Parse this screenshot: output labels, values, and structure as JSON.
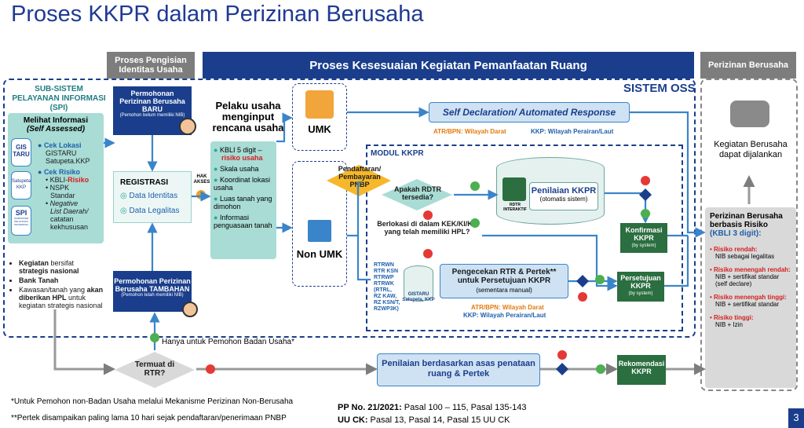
{
  "title": "Proses KKPR dalam Perizinan Berusaha",
  "headers": {
    "identitas": "Proses Pengisian Identitas Usaha",
    "kesesuaian": "Proses Kesesuaian Kegiatan Pemanfaatan Ruang",
    "perizinan": "Perizinan Berusaha"
  },
  "sistem_oss": "SISTEM OSS",
  "spi": {
    "title": "SUB-SISTEM PELAYANAN INFORMASI (SPI)",
    "box_title": "Melihat Informasi",
    "box_sub": "(Self Assessed)",
    "cek_lokasi": "Cek Lokasi",
    "gistaru": "GISTARU",
    "satupeta": "Satupeta.KKP",
    "cek_risiko": "Cek Risiko",
    "kbli": "KBLI-",
    "risiko": "Risiko",
    "nspk": "NSPK",
    "standar": "Standar",
    "negative": "Negative",
    "list_daerah": "List Daerah/",
    "catatan": "catatan",
    "kekhususan": "kekhususan",
    "icon_gis": "GIS TARU",
    "icon_satupeta": "Satupeta KKP",
    "icon_spi": "SPI",
    "icon_spi_sub": "(SUBSISTEM PELAYANAN INFORMASI)"
  },
  "notes_left": {
    "item1_bold": "Kegiatan",
    "item1_rest": " bersifat",
    "item1_line2": "strategis nasional",
    "item2": "Bank Tanah",
    "item3_a": "Kawasan/tanah yang ",
    "item3_b": "akan diberikan HPL",
    "item3_c": " untuk kegiatan strategis nasional"
  },
  "permohonan_baru": {
    "line1": "Permohonan",
    "line2": "Perizinan Berusaha",
    "line3": "BARU",
    "sub": "(Pemohon belum memiliki NIB)"
  },
  "registrasi": {
    "title": "REGISTRASI",
    "item1": "Data Identitas",
    "item2": "Data Legalitas"
  },
  "hak_akses": "HAK AKSES",
  "permohonan_tambahan": {
    "line1": "Permohonan Perizinan",
    "line2": "Berusaha TAMBAHAN",
    "sub": "(Pemohon telah memiliki NIB)"
  },
  "pelaku": {
    "heading": "Pelaku usaha menginput rencana usaha",
    "items": [
      "KBLI 5 digit –",
      "risiko usaha",
      "Skala usaha",
      "Koordinat lokasi usaha",
      "Luas tanah yang dimohon",
      "Informasi penguasaan tanah"
    ]
  },
  "umk": "UMK",
  "non_umk": "Non UMK",
  "self_declaration": "Self Declaration/ Automated Response",
  "atr_darat_1": "ATR/BPN: Wilayah Darat",
  "kkp_laut_1": "KKP: Wilayah Perairan/Laut",
  "modul_kkpr": "MODUL KKPR",
  "pendaftaran": "Pendaftaran/ Pembayaran PNBP",
  "apakah_rdtr": "Apakah RDTR tersedia?",
  "berlokasi": "Berlokasi di dalam KEK/KI/KP yang telah memiliki HPL?",
  "rdtr_interaktif": "RDTR INTERAKTIF",
  "penilaian_kkpr": "Penilaian KKPR",
  "penilaian_kkpr_sub": "(otomatis sistem)",
  "konfirmasi": "Konfirmasi KKPR",
  "persetujuan": "Persetujuan KKPR",
  "by_system": "(by system)",
  "rtr_list": [
    "RTRWN",
    "RTR KSN",
    "RTRWP",
    "RTRWK",
    "(RTRL,",
    "RZ KAW,",
    "RZ KSN/T,",
    "RZWP3K)"
  ],
  "gistaru_label": "GISTARU",
  "gistaru_sub": "Satupeta, KKP",
  "pengecekan": "Pengecekan RTR & Pertek** untuk Persetujuan KKPR",
  "pengecekan_sub": "(sementara manual)",
  "atr_darat_2": "ATR/BPN: Wilayah Darat",
  "kkp_laut_2": "KKP: Wilayah Perairan/Laut",
  "termuat": "Termuat di RTR?",
  "hanya": "Hanya untuk Pemohon Badan Usaha*",
  "penilaian_asas": "Penilaian berdasarkan asas penataan ruang & Pertek",
  "rekomendasi": "Rekomendasi KKPR",
  "kegiatan": "Kegiatan Berusaha dapat dijalankan",
  "risk_panel": {
    "title1": "Perizinan Berusaha",
    "title2": "berbasis Risiko",
    "title3": "(KBLI 3 digit):",
    "items": [
      {
        "label": "Risiko rendah:",
        "desc": "NIB sebagai legalitas"
      },
      {
        "label": "Risiko menengah rendah:",
        "desc": "NIB + sertifikat standar (self declare)"
      },
      {
        "label": "Risiko menengah tinggi:",
        "desc": "NIB + sertifikat standar"
      },
      {
        "label": "Risiko tinggi:",
        "desc": "NIB + Izin"
      }
    ]
  },
  "footnote1": "*Untuk Pemohon non-Badan Usaha melalui Mekanisme Perizinan Non-Berusaha",
  "footnote2": "**Pertek disampaikan paling lama 10 hari sejak pendaftaran/penerimaan PNBP",
  "pp_bold": "PP No. 21/2021:",
  "pp_rest": " Pasal 100 – 115, Pasal 135-143",
  "uu_bold": "UU CK:",
  "uu_rest": " Pasal 13, Pasal 14, Pasal 15 UU CK",
  "page_number": "3",
  "colors": {
    "navy": "#1a3e8c",
    "teal": "#a8dcd5",
    "blue": "#1f5faa",
    "green": "#2b6e3f",
    "red": "#d42020",
    "orange": "#e07b10"
  }
}
